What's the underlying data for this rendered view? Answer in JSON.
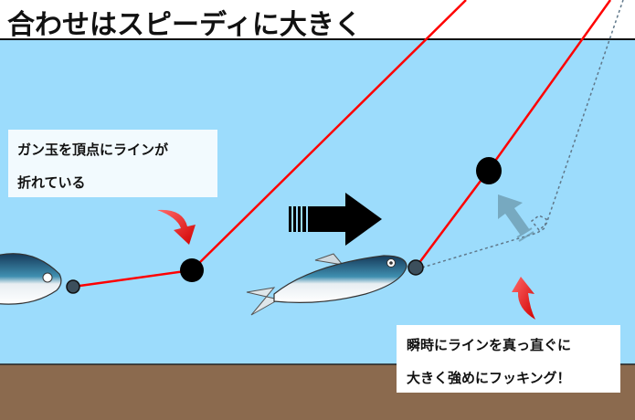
{
  "title": "合わせはスピーディに大きく",
  "notes": {
    "before": [
      "ガン玉を頂点にラインが",
      "折れている"
    ],
    "after": [
      "瞬時にラインを真っ直ぐに",
      "大きく強めにフッキング！"
    ]
  },
  "colors": {
    "water": "#9cdcfc",
    "seabed": "#8b6a4e",
    "line": "#ff0000",
    "sinker": "#000000",
    "pointer_arrow": "#e60000"
  }
}
